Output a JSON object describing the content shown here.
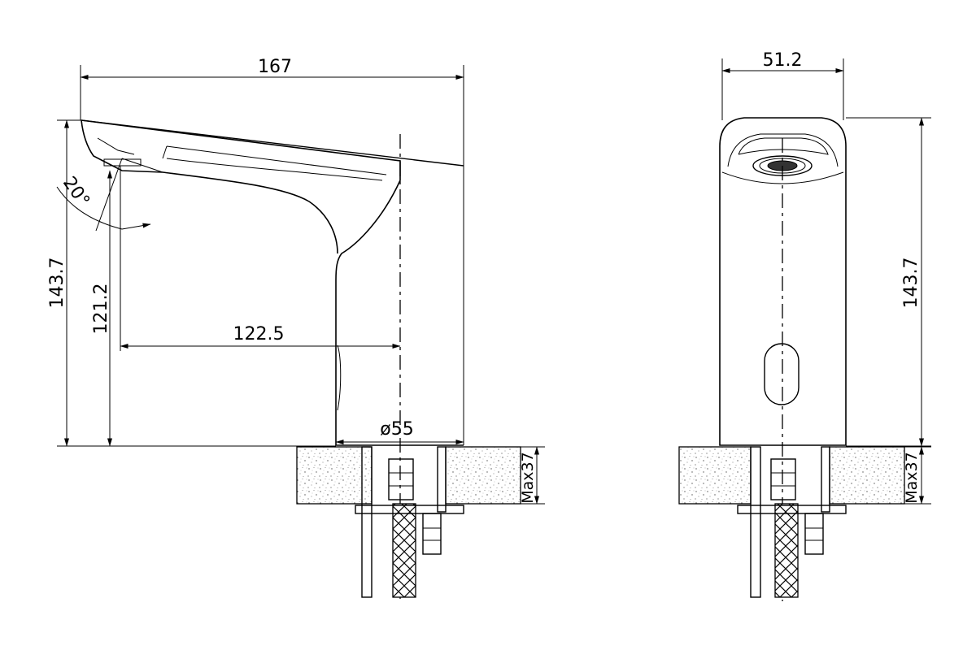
{
  "side_view": {
    "overall_length": "167",
    "overall_height": "143.7",
    "outlet_height": "121.2",
    "projection": "122.5",
    "base_diameter": "ø55",
    "max_deck": "Max37",
    "angle": "20°"
  },
  "front_view": {
    "width": "51.2",
    "overall_height": "143.7",
    "max_deck": "Max37"
  }
}
